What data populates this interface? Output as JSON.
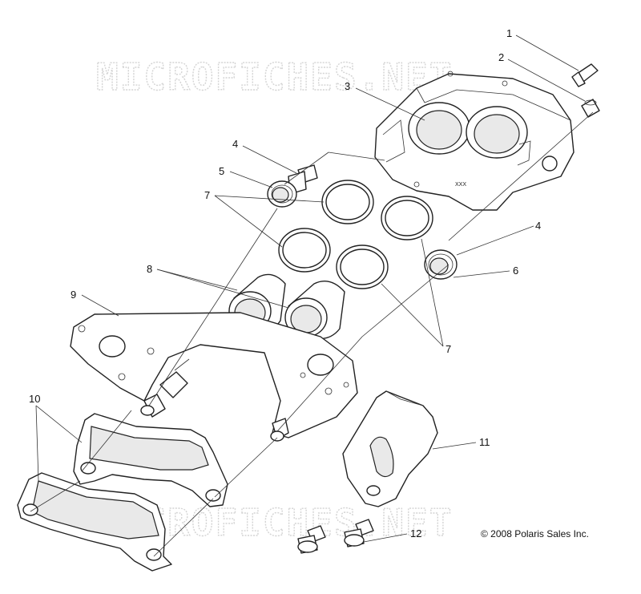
{
  "watermark": {
    "top_text": "MICROFICHES.NET",
    "bottom_text": "MICROFICHES.NET"
  },
  "copyright": "© 2008 Polaris Sales Inc.",
  "casting_mark": "XXX",
  "callouts": [
    {
      "id": "callout-1",
      "text": "1"
    },
    {
      "id": "callout-2",
      "text": "2"
    },
    {
      "id": "callout-3",
      "text": "3"
    },
    {
      "id": "callout-4a",
      "text": "4"
    },
    {
      "id": "callout-5",
      "text": "5"
    },
    {
      "id": "callout-7a",
      "text": "7"
    },
    {
      "id": "callout-4b",
      "text": "4"
    },
    {
      "id": "callout-6",
      "text": "6"
    },
    {
      "id": "callout-8",
      "text": "8"
    },
    {
      "id": "callout-9",
      "text": "9"
    },
    {
      "id": "callout-7b",
      "text": "7"
    },
    {
      "id": "callout-10",
      "text": "10"
    },
    {
      "id": "callout-11",
      "text": "11"
    },
    {
      "id": "callout-12",
      "text": "12"
    }
  ]
}
